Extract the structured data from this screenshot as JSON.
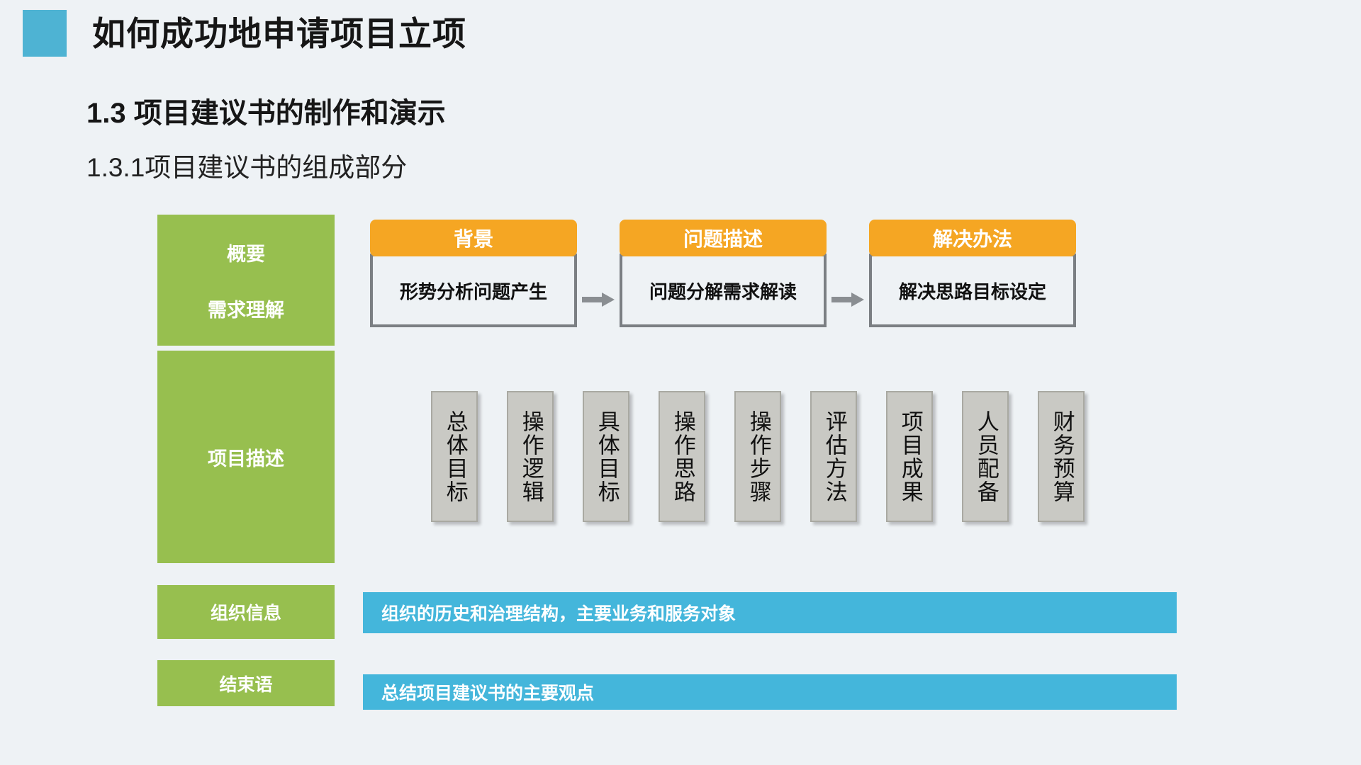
{
  "header": {
    "accent_color": "#4EB3D3",
    "title": "如何成功地申请项目立项",
    "section_title": "1.3 项目建议书的制作和演示",
    "subsection_title": "1.3.1项目建议书的组成部分"
  },
  "colors": {
    "background": "#eef2f5",
    "green": "#97BF4F",
    "orange": "#F5A623",
    "blue": "#44B6DB",
    "card_gray": "#C9C9C4",
    "box_border": "#7B7F83"
  },
  "green_blocks": {
    "overview_line1": "概要",
    "overview_line2": "需求理解",
    "project_description": "项目描述",
    "organization_info": "组织信息",
    "closing": "结束语"
  },
  "flow": {
    "steps": [
      {
        "header": "背景",
        "body": "形势分析问题产生"
      },
      {
        "header": "问题描述",
        "body": "问题分解需求解读"
      },
      {
        "header": "解决办法",
        "body": "解决思路目标设定"
      }
    ],
    "arrow_icon": "arrow-right-icon"
  },
  "cards": [
    {
      "label": "总体目标"
    },
    {
      "label": "操作逻辑"
    },
    {
      "label": "具体目标"
    },
    {
      "label": "操作思路"
    },
    {
      "label": "操作步骤"
    },
    {
      "label": "评估方法"
    },
    {
      "label": "项目成果"
    },
    {
      "label": "人员配备"
    },
    {
      "label": "财务预算"
    }
  ],
  "bottom_bars": [
    {
      "text": "组织的历史和治理结构，主要业务和服务对象"
    },
    {
      "text": "总结项目建议书的主要观点"
    }
  ]
}
